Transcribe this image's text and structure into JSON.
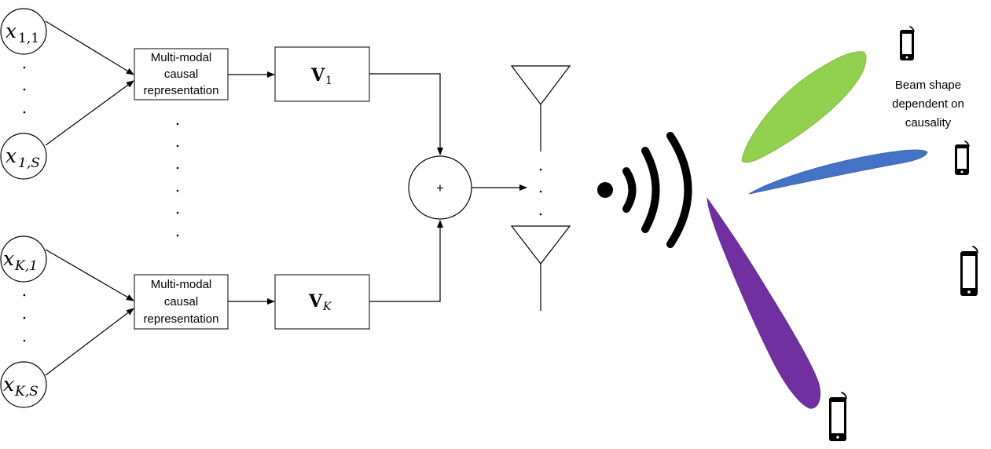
{
  "inputs": {
    "x11": {
      "base": "x",
      "sub": "1,1"
    },
    "x1S": {
      "base": "x",
      "sub": "1,S"
    },
    "xK1": {
      "base": "x",
      "sub": "K,1"
    },
    "xKS": {
      "base": "x",
      "sub": "K,S"
    }
  },
  "blocks": {
    "repr_top": [
      "Multi-modal",
      "causal",
      "representation"
    ],
    "repr_bottom": [
      "Multi-modal",
      "causal",
      "representation"
    ],
    "v1": {
      "base": "V",
      "sub": "1"
    },
    "vK": {
      "base": "V",
      "sub": "K"
    },
    "sum": "+"
  },
  "annotation": [
    "Beam shape",
    "dependent on",
    "causality"
  ],
  "beam_colors": {
    "green": "#92d050",
    "blue": "#4472c4",
    "purple": "#7030a0"
  },
  "icons": [
    "phone-icon",
    "wireless-signal-icon",
    "antenna-icon"
  ]
}
